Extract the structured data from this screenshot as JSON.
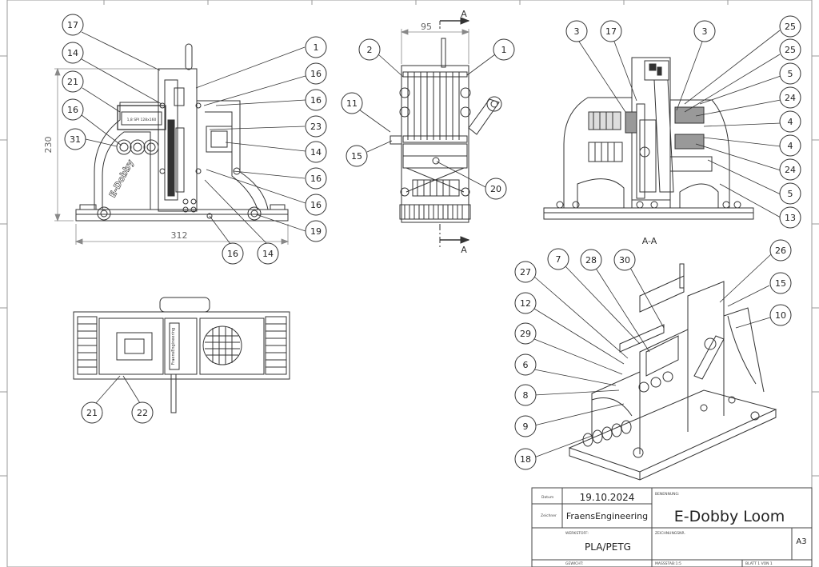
{
  "views": {
    "front": {
      "dimensions": {
        "height": "230",
        "width": "312"
      },
      "balloons": [
        "17",
        "14",
        "21",
        "16",
        "31",
        "1",
        "16",
        "16",
        "23",
        "14",
        "16",
        "16",
        "19",
        "16",
        "14"
      ],
      "lcd_text": "1,8 SPI 128x160",
      "logo_text": "E-Dobby"
    },
    "side": {
      "dimensions": {
        "width": "95"
      },
      "section_marker": "A",
      "balloons": [
        "2",
        "1",
        "11",
        "15",
        "20"
      ]
    },
    "section": {
      "label": "A-A",
      "balloons": [
        "3",
        "17",
        "3",
        "25",
        "25",
        "5",
        "24",
        "4",
        "4",
        "24",
        "5",
        "13"
      ]
    },
    "top": {
      "brand_text": "FraensEngineering",
      "balloons": [
        "21",
        "22"
      ]
    },
    "iso": {
      "balloons": [
        "27",
        "7",
        "28",
        "30",
        "26",
        "15",
        "10",
        "12",
        "29",
        "6",
        "8",
        "9",
        "18"
      ]
    }
  },
  "title_block": {
    "date_label": "Datum",
    "date_value": "19.10.2024",
    "drawn_label": "Zeichner",
    "drawn_value": "FraensEngineering",
    "name_label": "BENENNUNG:",
    "name_value": "E-Dobby Loom",
    "material_label": "WERKSTOFF:",
    "material_value": "PLA/PETG",
    "drawing_no_label": "ZEICHNUNGSNR.",
    "sheet_size": "A3",
    "weight_label": "GEWICHT:",
    "scale_label": "MASSSTAB:1:5",
    "sheet_label": "BLATT 1 VON 1"
  }
}
